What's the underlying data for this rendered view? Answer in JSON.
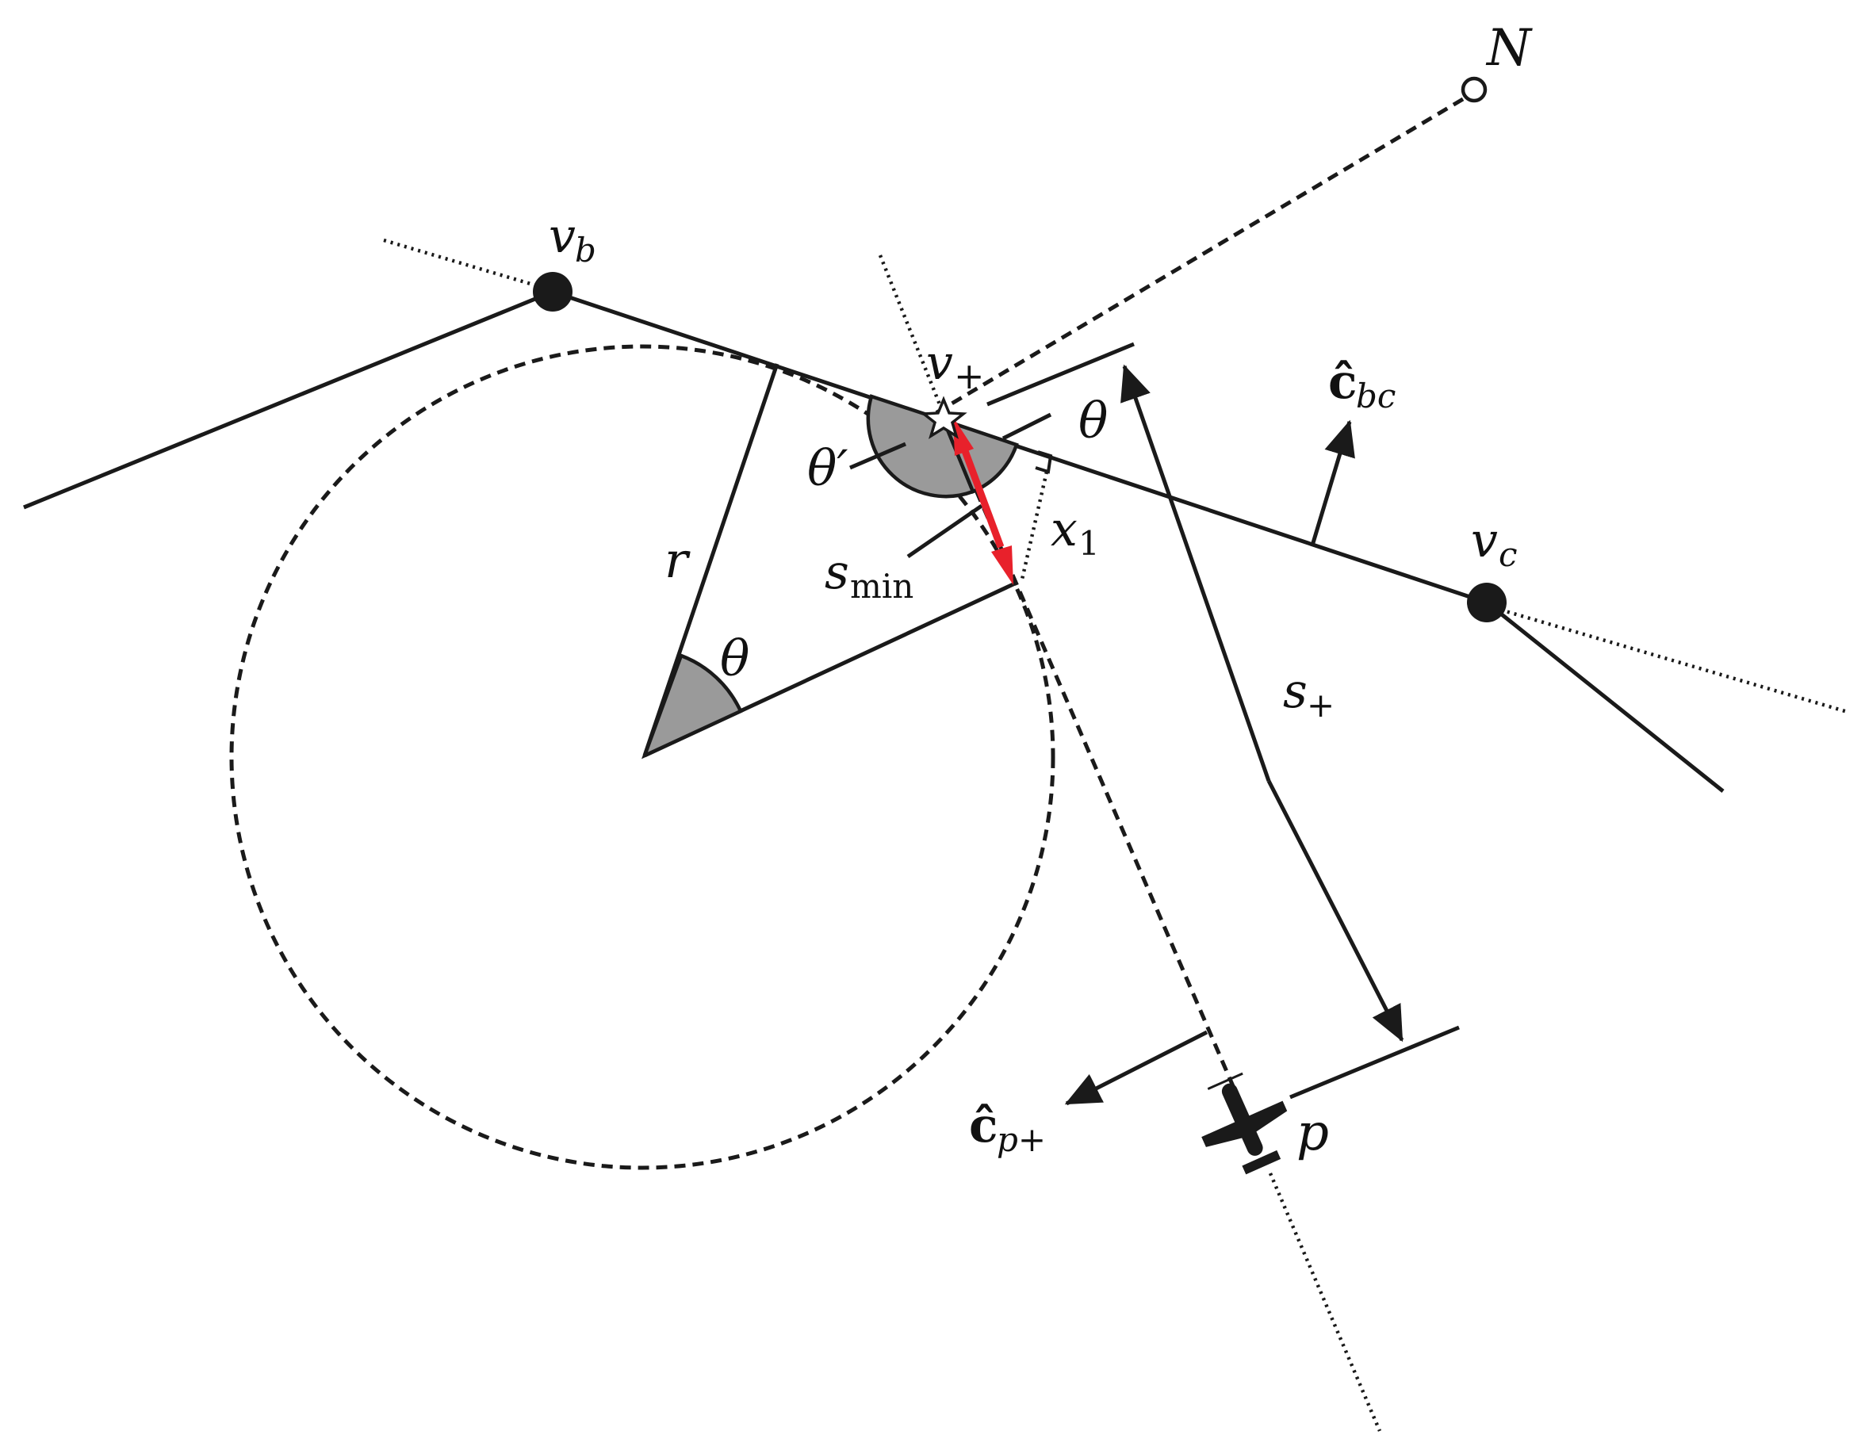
{
  "colors": {
    "ink": "#1a1a1a",
    "angle_fill": "#9a9a9a",
    "highlight": "#e8212b",
    "background": "#ffffff"
  },
  "labels": {
    "N": "N",
    "vb": {
      "base": "v",
      "sub": "b"
    },
    "vplus": {
      "base": "v",
      "sub": "+"
    },
    "vc": {
      "base": "v",
      "sub": "c"
    },
    "cbc": {
      "base": "ĉ",
      "sub": "bc"
    },
    "theta_right": "θ",
    "theta_prime": "θ′",
    "theta_center": "θ",
    "x1": {
      "base": "x",
      "sub": "1"
    },
    "r": "r",
    "smin": {
      "base": "s",
      "sub": "min"
    },
    "splus": {
      "base": "s",
      "sub": "+"
    },
    "cp": {
      "base": "ĉ",
      "sub": "p+"
    },
    "p": "p"
  },
  "icons": {
    "waypoint": "filled-circle-icon",
    "target": "star-icon",
    "north": "open-circle-icon",
    "aircraft": "airplane-icon"
  }
}
